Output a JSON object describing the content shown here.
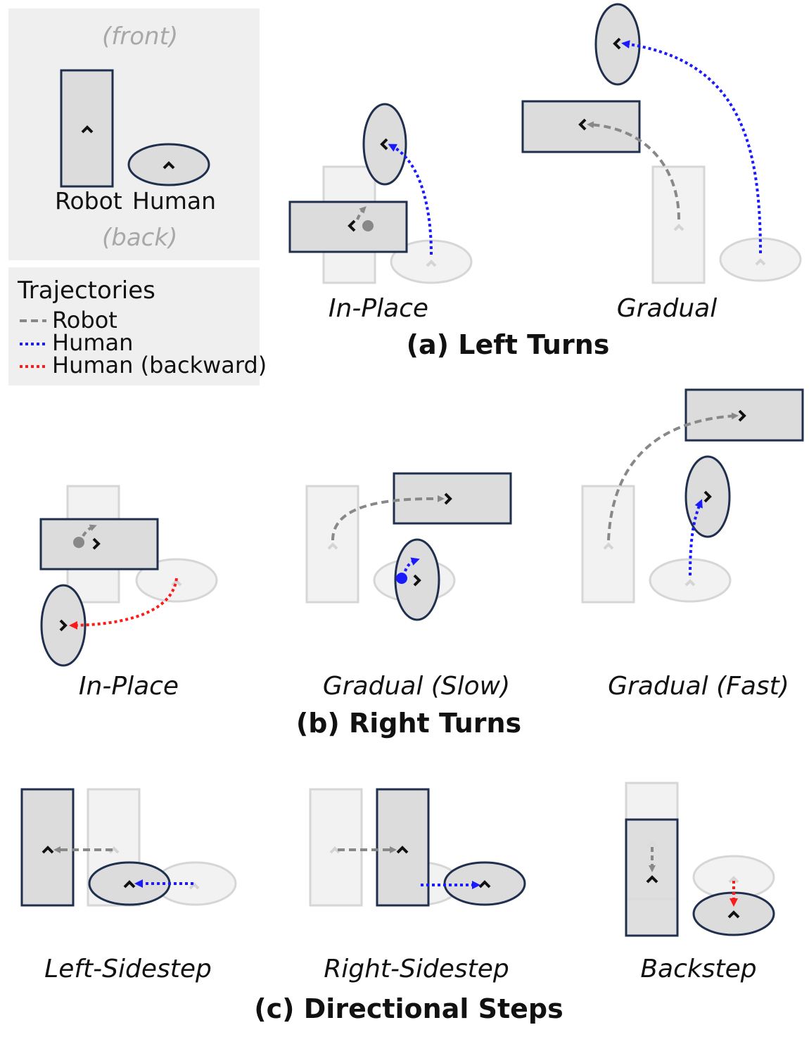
{
  "legend": {
    "front_label": "(front)",
    "back_label": "(back)",
    "robot_label": "Robot",
    "human_label": "Human",
    "trajectories_title": "Trajectories",
    "items": [
      {
        "label": "Robot",
        "style": "dashed",
        "color": "#888888"
      },
      {
        "label": "Human",
        "style": "dotted",
        "color": "#1a1aff"
      },
      {
        "label": "Human (backward)",
        "style": "dotted",
        "color": "#ff1a1a"
      }
    ]
  },
  "sections": {
    "left_turns": {
      "heading": "(a) Left Turns",
      "captions": [
        "In-Place",
        "Gradual"
      ]
    },
    "right_turns": {
      "heading": "(b) Right Turns",
      "captions": [
        "In-Place",
        "Gradual (Slow)",
        "Gradual (Fast)"
      ]
    },
    "directional_steps": {
      "heading": "(c) Directional Steps",
      "captions": [
        "Left-Sidestep",
        "Right-Sidestep",
        "Backstep"
      ]
    }
  },
  "colors": {
    "shape_fill": "#dcdcdc",
    "shape_stroke": "#1f2f4d",
    "ghost_fill": "#f2f2f2",
    "ghost_stroke": "#d6d6d6",
    "robot_traj": "#888888",
    "human_traj": "#1a1aff",
    "human_back_traj": "#ff1a1a"
  }
}
